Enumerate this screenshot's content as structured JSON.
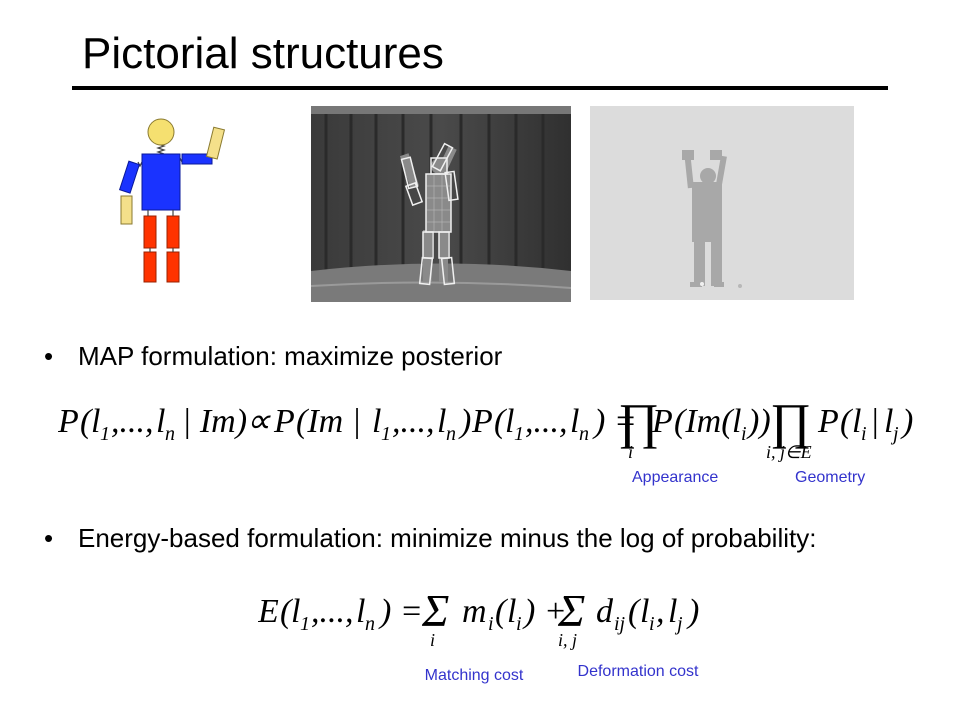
{
  "slide": {
    "title": "Pictorial structures",
    "bullets": [
      {
        "symbol": "•",
        "text": "MAP formulation: maximize posterior"
      },
      {
        "symbol": "•",
        "text": "Energy-based formulation: minimize minus the log of probability:"
      }
    ],
    "equation1": {
      "lhs": "P(l1,...,ln | Im)",
      "rhs": "∝ P(Im | l1,...,ln) P(l1,...,ln) = ∏i P(Im(li)) ∏i,j∈E P(li | lj)",
      "labels": {
        "appearance": "Appearance",
        "geometry": "Geometry"
      }
    },
    "equation2": {
      "text": "E(l1,...,ln) = Σi mi(li) + Σi,j dij(li,lj)",
      "labels": {
        "matching": "Matching cost",
        "deformation": "Deformation cost"
      }
    },
    "colors": {
      "label_blue": "#3333cc",
      "body_blue": "#1a33ff",
      "leg_red": "#ff3300",
      "head_yellow": "#f5e070",
      "arm_yellow": "#f4e08a"
    }
  }
}
